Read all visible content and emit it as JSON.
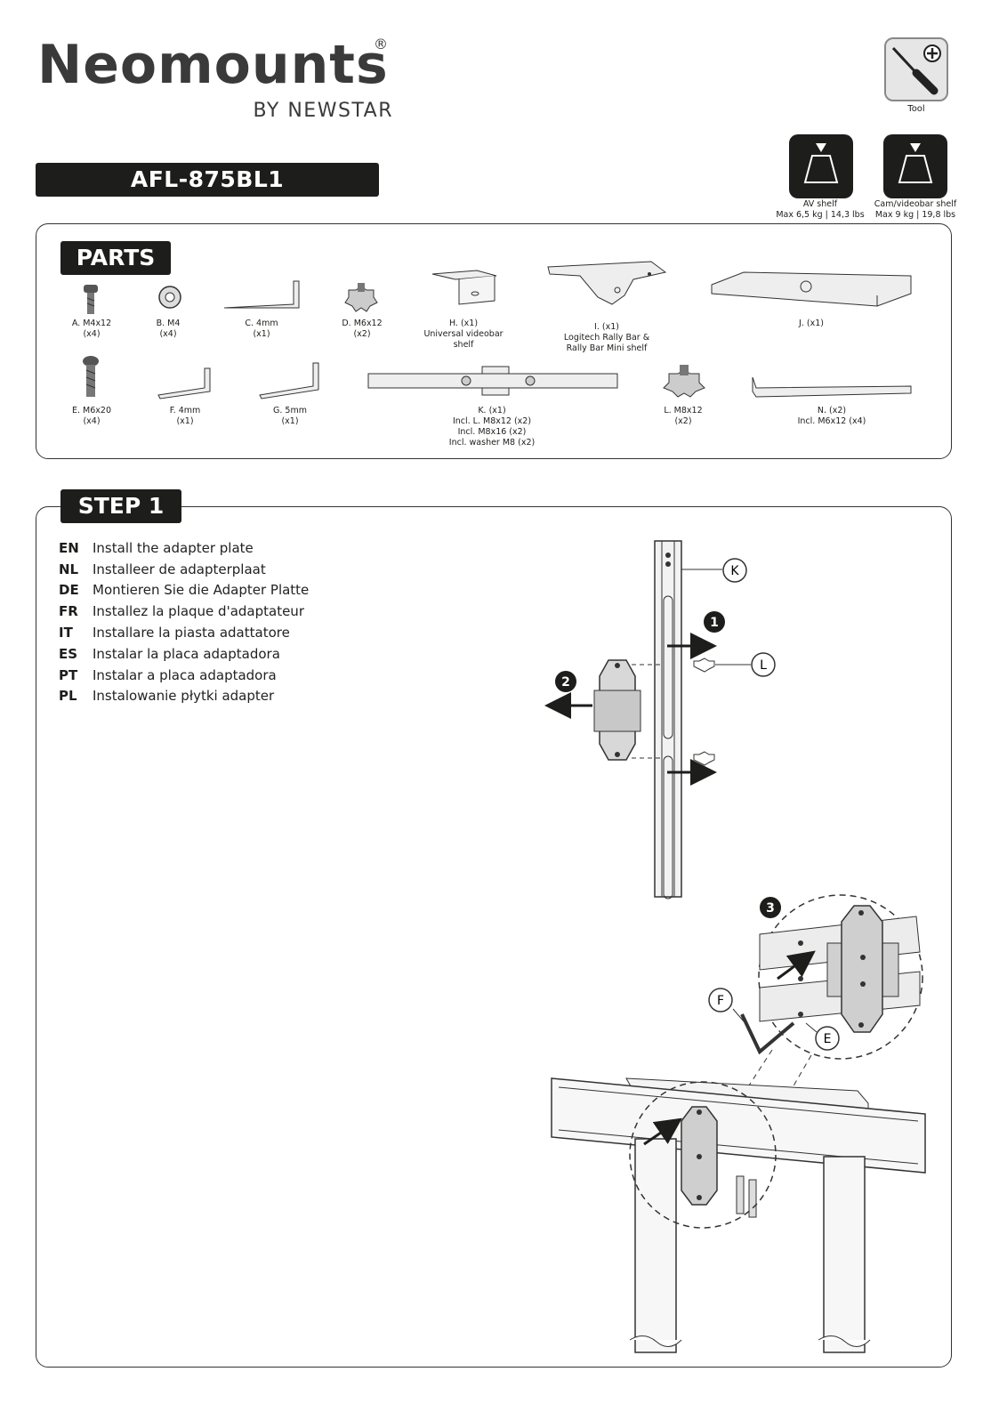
{
  "brand": {
    "name": "Neomounts",
    "registered": "®",
    "sub": "BY NEWSTAR"
  },
  "tool": {
    "label": "Tool"
  },
  "model": "AFL-875BL1",
  "shelves": [
    {
      "name": "AV shelf",
      "capacity": "Max 6,5 kg | 14,3 lbs"
    },
    {
      "name": "Cam/videobar shelf",
      "capacity": "Max 9 kg | 19,8 lbs"
    }
  ],
  "parts_title": "PARTS",
  "parts": [
    {
      "name": "A. M4x12",
      "qty": "(x4)"
    },
    {
      "name": "B. M4",
      "qty": "(x4)"
    },
    {
      "name": "C. 4mm",
      "qty": "(x1)"
    },
    {
      "name": "D. M6x12",
      "qty": "(x2)"
    },
    {
      "name": "H. (x1)",
      "qty": "Universal videobar",
      "extra": "shelf"
    },
    {
      "name": "I. (x1)",
      "qty": "Logitech Rally Bar &",
      "extra": "Rally Bar Mini shelf"
    },
    {
      "name": "J. (x1)"
    },
    {
      "name": "E. M6x20",
      "qty": "(x4)"
    },
    {
      "name": "F. 4mm",
      "qty": "(x1)"
    },
    {
      "name": "G. 5mm",
      "qty": "(x1)"
    },
    {
      "name": "K. (x1)",
      "qty": "Incl. L. M8x12 (x2)",
      "extra": "Incl. M8x16 (x2)",
      "extra2": "Incl. washer M8 (x2)"
    },
    {
      "name": "L. M8x12",
      "qty": "(x2)"
    },
    {
      "name": "N. (x2)",
      "qty": "Incl. M6x12 (x4)"
    }
  ],
  "step": {
    "title": "STEP 1",
    "instructions": [
      {
        "code": "EN",
        "text": "Install the adapter plate"
      },
      {
        "code": "NL",
        "text": "Installeer de adapterplaat"
      },
      {
        "code": "DE",
        "text": "Montieren Sie die Adapter Platte"
      },
      {
        "code": "FR",
        "text": "Installez la plaque d'adaptateur"
      },
      {
        "code": "IT",
        "text": "Installare la piasta adattatore"
      },
      {
        "code": "ES",
        "text": "Instalar la placa adaptadora"
      },
      {
        "code": "PT",
        "text": "Instalar a placa adaptadora"
      },
      {
        "code": "PL",
        "text": "Instalowanie płytki adapter"
      }
    ],
    "callouts": {
      "k": "K",
      "l": "L",
      "f": "F",
      "e": "E",
      "n1": "1",
      "n2": "2",
      "n3": "3"
    }
  }
}
